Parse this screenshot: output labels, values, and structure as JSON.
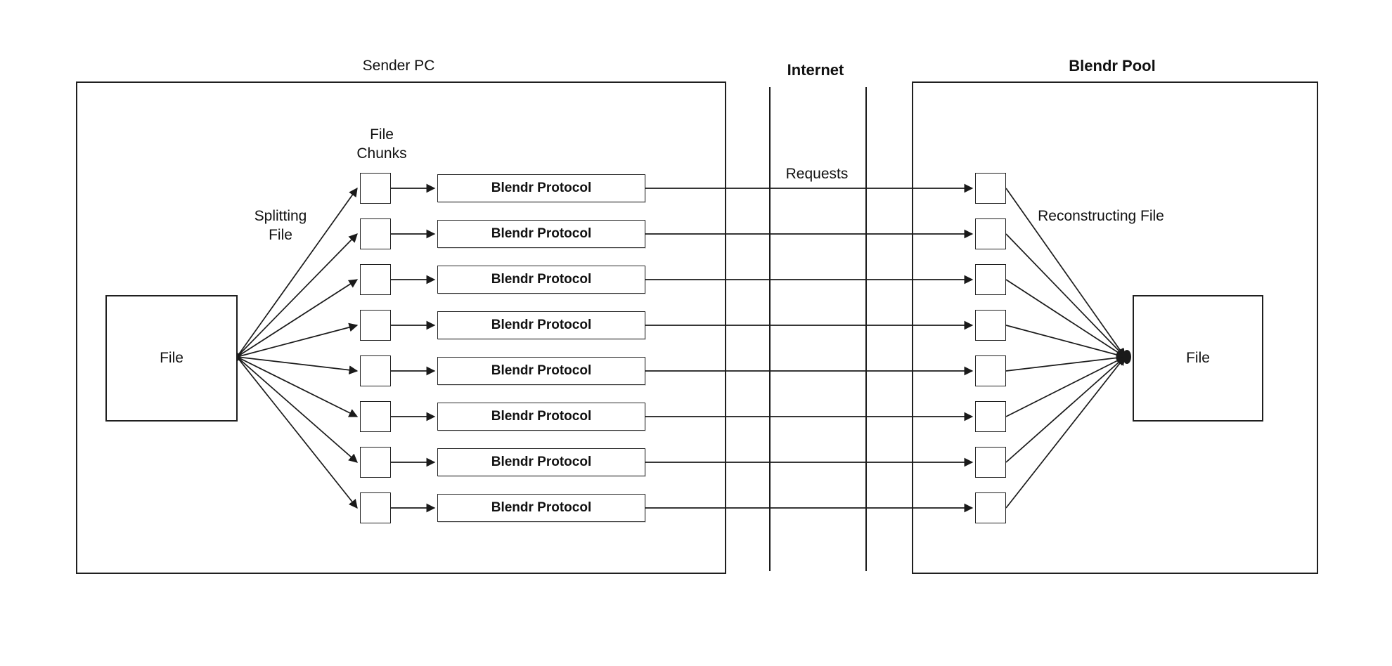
{
  "diagram": {
    "groups": {
      "sender": "Sender PC",
      "internet": "Internet",
      "pool": "Blendr Pool"
    },
    "labels": {
      "file_left": "File",
      "file_right": "File",
      "splitting": "Splitting File",
      "chunks": "File Chunks",
      "requests": "Requests",
      "reconstructing": "Reconstructing File"
    },
    "protocol_label": "Blendr Protocol",
    "num_chunks": 8,
    "colors": {
      "stroke": "#1a1a1a",
      "background": "#ffffff",
      "box_fill": "#ffffff"
    }
  }
}
